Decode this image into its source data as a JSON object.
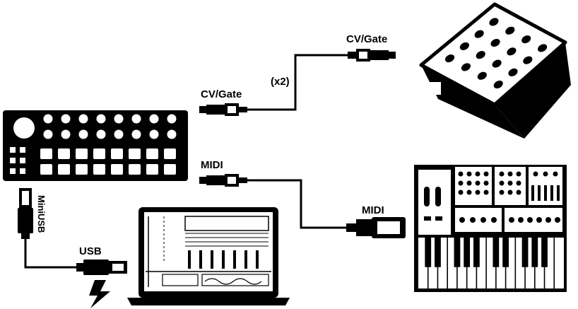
{
  "labels": {
    "cv_gate_left": "CV/Gate",
    "cv_gate_right": "CV/Gate",
    "x2": "(x2)",
    "midi_left": "MIDI",
    "midi_right": "MIDI",
    "mini_usb": "MiniUSB",
    "usb": "USB"
  },
  "colors": {
    "ink": "#000000",
    "paper": "#ffffff"
  },
  "icons": {
    "power": "lightning-bolt-icon"
  }
}
